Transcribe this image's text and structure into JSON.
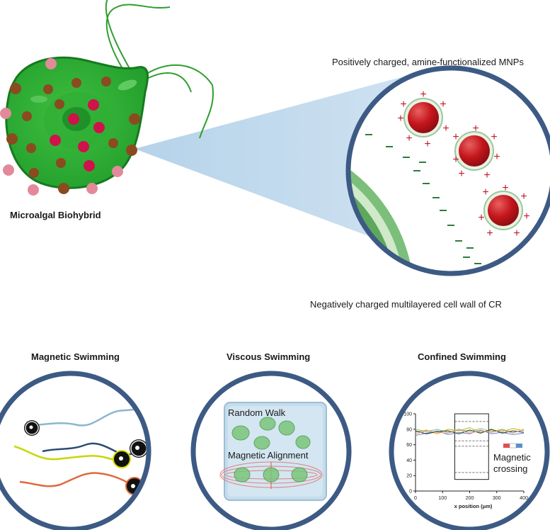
{
  "top": {
    "cell_label": "Microalgal Biohybrid",
    "mnp_label": "Positively charged, amine-functionalized MNPs",
    "wall_label": "Negatively charged multilayered cell wall of CR"
  },
  "panels": {
    "magnetic": {
      "title": "Magnetic Swimming"
    },
    "viscous": {
      "title": "Viscous Swimming",
      "random_walk": "Random Walk",
      "alignment": "Magnetic Alignment"
    },
    "confined": {
      "title": "Confined Swimming",
      "crossing_line1": "Magnetic",
      "crossing_line2": "crossing",
      "xlabel": "x position (μm)",
      "x_ticks": [
        "0",
        "100",
        "200",
        "300",
        "400"
      ],
      "y_ticks": [
        "0",
        "20",
        "40",
        "60",
        "80",
        "100"
      ]
    }
  },
  "chart_data": {
    "type": "line",
    "xlabel": "x position (μm)",
    "ylabel": "",
    "xlim": [
      0,
      400
    ],
    "ylim": [
      0,
      100
    ],
    "x_ticks": [
      0,
      100,
      200,
      300,
      400
    ],
    "y_ticks": [
      0,
      20,
      40,
      60,
      80,
      100
    ],
    "channel_box": {
      "x": [
        145,
        270
      ],
      "y": [
        15,
        100
      ]
    },
    "series": [
      {
        "color": "#c8b400",
        "values": [
          [
            0,
            76
          ],
          [
            40,
            79
          ],
          [
            80,
            74
          ],
          [
            120,
            80
          ],
          [
            160,
            78
          ],
          [
            200,
            82
          ],
          [
            240,
            76
          ],
          [
            280,
            79
          ],
          [
            320,
            77
          ],
          [
            360,
            81
          ],
          [
            400,
            78
          ]
        ]
      },
      {
        "color": "#5b8fc9",
        "values": [
          [
            0,
            72
          ],
          [
            40,
            75
          ],
          [
            80,
            78
          ],
          [
            120,
            73
          ],
          [
            160,
            76
          ],
          [
            200,
            74
          ],
          [
            240,
            79
          ],
          [
            280,
            74
          ],
          [
            320,
            76
          ],
          [
            360,
            73
          ],
          [
            400,
            75
          ]
        ]
      },
      {
        "color": "#7fc47f",
        "values": [
          [
            0,
            80
          ],
          [
            40,
            77
          ],
          [
            80,
            80
          ],
          [
            120,
            76
          ],
          [
            160,
            80
          ],
          [
            200,
            77
          ],
          [
            240,
            81
          ],
          [
            280,
            77
          ],
          [
            320,
            80
          ],
          [
            360,
            76
          ],
          [
            400,
            79
          ]
        ]
      },
      {
        "color": "#333333",
        "values": [
          [
            0,
            78
          ],
          [
            40,
            74
          ],
          [
            80,
            77
          ],
          [
            120,
            78
          ],
          [
            160,
            74
          ],
          [
            200,
            79
          ],
          [
            240,
            75
          ],
          [
            280,
            80
          ],
          [
            320,
            75
          ],
          [
            360,
            78
          ],
          [
            400,
            76
          ]
        ]
      },
      {
        "color": "#e58f8f",
        "values": [
          [
            0,
            74
          ],
          [
            40,
            78
          ],
          [
            80,
            76
          ],
          [
            120,
            75
          ],
          [
            160,
            79
          ],
          [
            200,
            75
          ],
          [
            240,
            78
          ],
          [
            280,
            76
          ],
          [
            320,
            79
          ],
          [
            360,
            75
          ],
          [
            400,
            80
          ]
        ]
      }
    ]
  }
}
